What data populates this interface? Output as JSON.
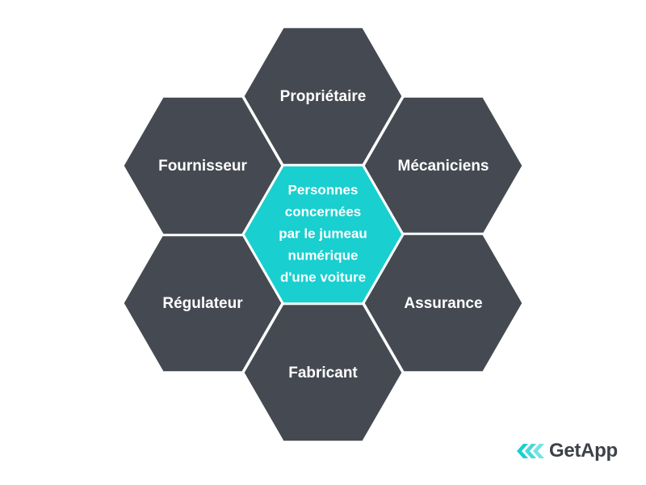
{
  "colors": {
    "outer_fill": "#454a52",
    "center_fill": "#19cfcf",
    "stroke": "#ffffff",
    "logo_text": "#3d4148",
    "logo_mark": "#19cfcf"
  },
  "diagram": {
    "center": {
      "lines": [
        "Personnes",
        "concernées",
        "par le jumeau",
        "numérique",
        "d'une voiture"
      ]
    },
    "hexagons": [
      {
        "id": "top",
        "label": "Propriétaire"
      },
      {
        "id": "upper-right",
        "label": "Mécaniciens"
      },
      {
        "id": "lower-right",
        "label": "Assurance"
      },
      {
        "id": "bottom",
        "label": "Fabricant"
      },
      {
        "id": "lower-left",
        "label": "Régulateur"
      },
      {
        "id": "upper-left",
        "label": "Fournisseur"
      }
    ]
  },
  "logo": {
    "text": "GetApp",
    "icon": "getapp-chevron-icon"
  }
}
